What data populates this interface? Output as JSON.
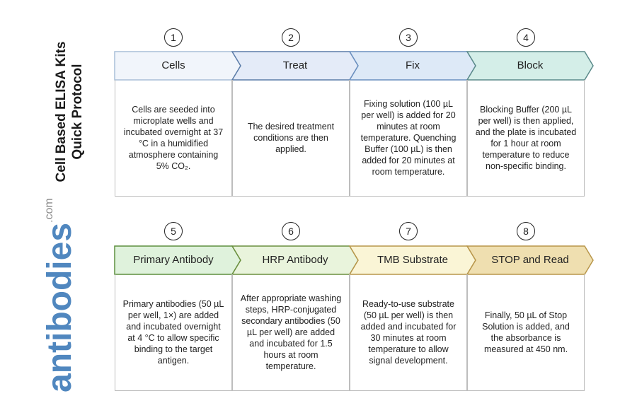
{
  "title": {
    "line1": "Cell Based ELISA Kits",
    "line2": "Quick Protocol"
  },
  "logo": {
    "name": "antibodies",
    "suffix": ".com",
    "color": "#5087bf"
  },
  "steps": [
    {
      "num": "1",
      "label": "Cells",
      "text": "Cells are seeded into microplate wells and incubated overnight at 37 °C in a humidified atmosphere containing 5% CO₂.",
      "fill": "#f1f5fb",
      "stroke": "#a9bfd8"
    },
    {
      "num": "2",
      "label": "Treat",
      "text": "The desired treatment conditions are then applied.",
      "fill": "#e4ebf8",
      "stroke": "#5b7ca8"
    },
    {
      "num": "3",
      "label": "Fix",
      "text": "Fixing solution (100 µL per well) is added for 20 minutes at room temperature. Quenching Buffer (100 µL) is then added for 20 minutes at room temperature.",
      "fill": "#dde9f7",
      "stroke": "#6a8fbf"
    },
    {
      "num": "4",
      "label": "Block",
      "text": "Blocking Buffer (200 µL per well) is then applied, and the plate is incubated for 1 hour at room temperature to reduce non-specific binding.",
      "fill": "#d4eee8",
      "stroke": "#5b8a8a"
    },
    {
      "num": "5",
      "label": "Primary Antibody",
      "text": "Primary antibodies (50 µL per well, 1×) are added and incubated overnight at 4 °C to allow specific binding to the target antigen.",
      "fill": "#dff2dc",
      "stroke": "#5d8f3e"
    },
    {
      "num": "6",
      "label": "HRP Antibody",
      "text": "After appropriate washing steps, HRP-conjugated secondary antibodies (50 µL per well) are added and incubated for 1.5 hours at room temperature.",
      "fill": "#e9f4dc",
      "stroke": "#6a8f3e"
    },
    {
      "num": "7",
      "label": "TMB Substrate",
      "text": "Ready-to-use substrate (50 µL per well) is then added and incubated for 30 minutes at room temperature to allow signal development.",
      "fill": "#faf5d6",
      "stroke": "#b8964a"
    },
    {
      "num": "8",
      "label": "STOP and Read",
      "text": "Finally, 50 µL of Stop Solution is added, and the absorbance is measured at 450 nm.",
      "fill": "#efdfb0",
      "stroke": "#b8964a"
    }
  ]
}
